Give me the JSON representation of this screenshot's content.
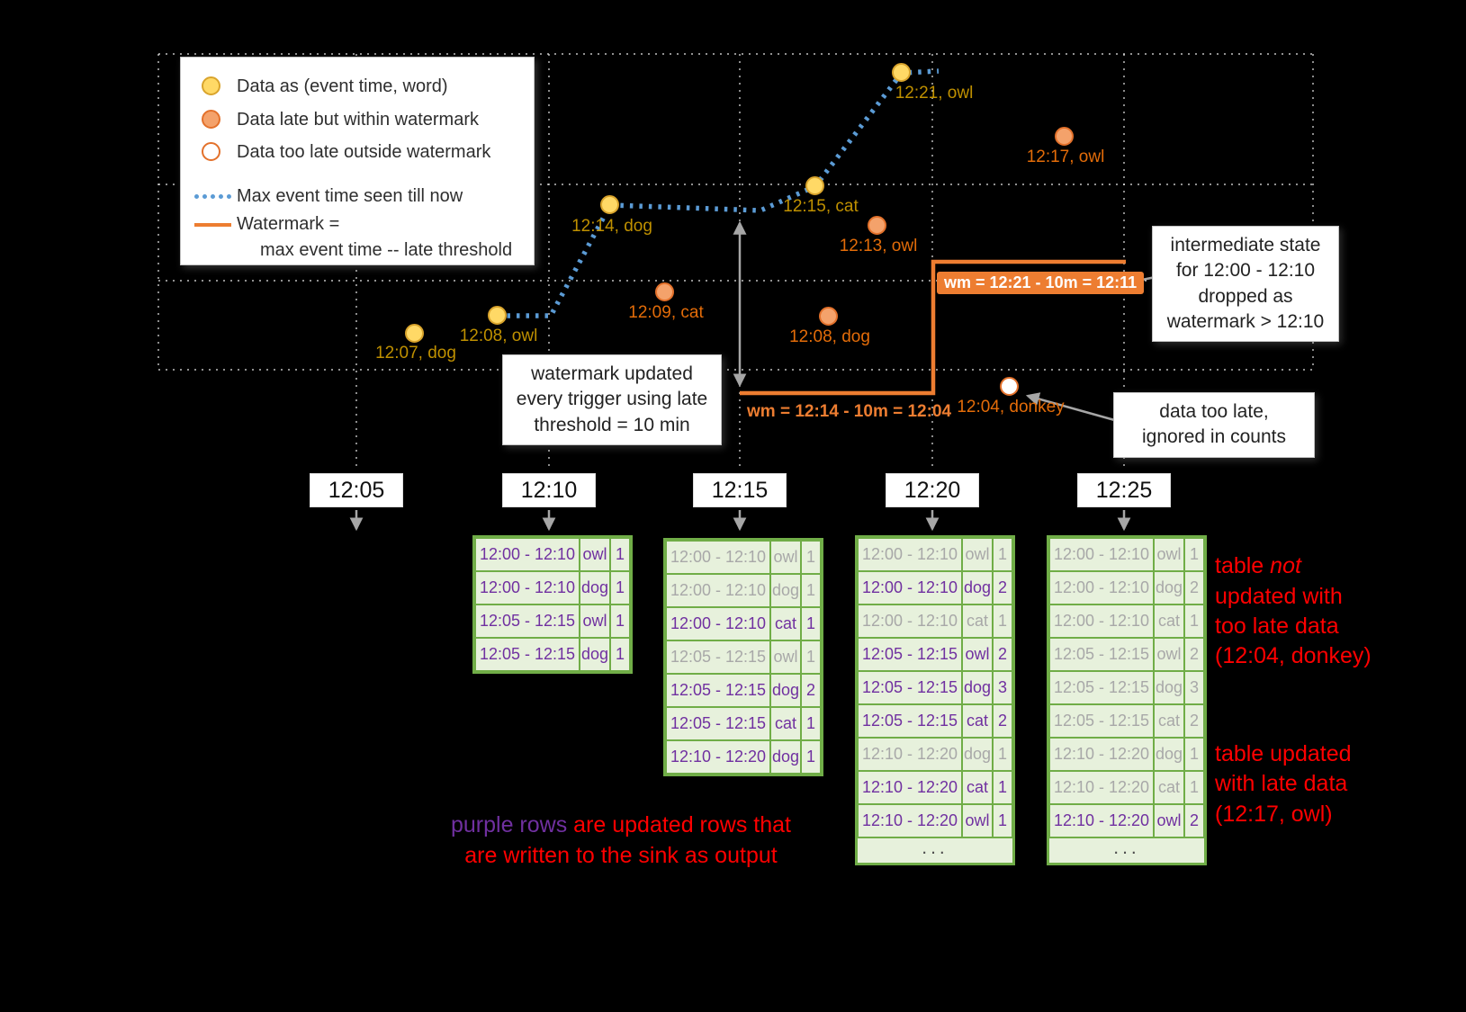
{
  "colors": {
    "background": "#000000",
    "max_event_time_line": "#5B9BD5",
    "watermark_line": "#ED7D31",
    "ontime_point": "#FFD966",
    "late_point": "#F4A26B",
    "updated_row_text": "#7030A0",
    "unchanged_row_text": "#A8A8A8",
    "table_green": "#70AD47",
    "note_red": "#FF0000",
    "ontime_label": "#BF9000",
    "late_label": "#E36C09"
  },
  "legend": {
    "items": [
      {
        "label": "Data as (event time, word)"
      },
      {
        "label": "Data late but within watermark"
      },
      {
        "label": "Data too late outside watermark"
      },
      {
        "label": "Max event time seen till now"
      },
      {
        "label": "Watermark =",
        "label2": "max event time -- late threshold"
      }
    ]
  },
  "points": [
    {
      "label": "12:07, dog",
      "kind": "ontime"
    },
    {
      "label": "12:08, owl",
      "kind": "ontime"
    },
    {
      "label": "12:14, dog",
      "kind": "ontime"
    },
    {
      "label": "12:15, cat",
      "kind": "ontime"
    },
    {
      "label": "12:21, owl",
      "kind": "ontime"
    },
    {
      "label": "12:09, cat",
      "kind": "late"
    },
    {
      "label": "12:13, owl",
      "kind": "late"
    },
    {
      "label": "12:08, dog",
      "kind": "late"
    },
    {
      "label": "12:17, owl",
      "kind": "late"
    },
    {
      "label": "12:04, donkey",
      "kind": "toolate"
    }
  ],
  "watermark": {
    "label_1": "wm = 12:14 - 10m = 12:04",
    "label_2": "wm = 12:21 - 10m = 12:11"
  },
  "timeline": {
    "labels": [
      "12:05",
      "12:10",
      "12:15",
      "12:20",
      "12:25"
    ]
  },
  "callouts": {
    "watermark_note": "watermark updated\nevery trigger using late\nthreshold = 10 min",
    "intermediate_note": "intermediate state\nfor 12:00 - 12:10\ndropped as\nwatermark > 12:10",
    "too_late_note": "data too late,\nignored in counts"
  },
  "tables": [
    {
      "trigger": "12:10",
      "rows": [
        {
          "window": "12:00 - 12:10",
          "word": "owl",
          "count": "1",
          "state": "updated"
        },
        {
          "window": "12:00 - 12:10",
          "word": "dog",
          "count": "1",
          "state": "updated"
        },
        {
          "window": "12:05 - 12:15",
          "word": "owl",
          "count": "1",
          "state": "updated"
        },
        {
          "window": "12:05 - 12:15",
          "word": "dog",
          "count": "1",
          "state": "updated"
        }
      ]
    },
    {
      "trigger": "12:15",
      "rows": [
        {
          "window": "12:00 - 12:10",
          "word": "owl",
          "count": "1",
          "state": "unchanged"
        },
        {
          "window": "12:00 - 12:10",
          "word": "dog",
          "count": "1",
          "state": "unchanged"
        },
        {
          "window": "12:00 - 12:10",
          "word": "cat",
          "count": "1",
          "state": "updated"
        },
        {
          "window": "12:05 - 12:15",
          "word": "owl",
          "count": "1",
          "state": "unchanged"
        },
        {
          "window": "12:05 - 12:15",
          "word": "dog",
          "count": "2",
          "state": "updated"
        },
        {
          "window": "12:05 - 12:15",
          "word": "cat",
          "count": "1",
          "state": "updated"
        },
        {
          "window": "12:10 - 12:20",
          "word": "dog",
          "count": "1",
          "state": "updated"
        }
      ]
    },
    {
      "trigger": "12:20",
      "ellipsis_label": "...",
      "rows": [
        {
          "window": "12:00 - 12:10",
          "word": "owl",
          "count": "1",
          "state": "unchanged"
        },
        {
          "window": "12:00 - 12:10",
          "word": "dog",
          "count": "2",
          "state": "updated"
        },
        {
          "window": "12:00 - 12:10",
          "word": "cat",
          "count": "1",
          "state": "unchanged"
        },
        {
          "window": "12:05 - 12:15",
          "word": "owl",
          "count": "2",
          "state": "updated"
        },
        {
          "window": "12:05 - 12:15",
          "word": "dog",
          "count": "3",
          "state": "updated"
        },
        {
          "window": "12:05 - 12:15",
          "word": "cat",
          "count": "2",
          "state": "updated"
        },
        {
          "window": "12:10 - 12:20",
          "word": "dog",
          "count": "1",
          "state": "unchanged"
        },
        {
          "window": "12:10 - 12:20",
          "word": "cat",
          "count": "1",
          "state": "updated"
        },
        {
          "window": "12:10 - 12:20",
          "word": "owl",
          "count": "1",
          "state": "updated"
        }
      ]
    },
    {
      "trigger": "12:25",
      "ellipsis_label": "...",
      "rows": [
        {
          "window": "12:00 - 12:10",
          "word": "owl",
          "count": "1",
          "state": "unchanged"
        },
        {
          "window": "12:00 - 12:10",
          "word": "dog",
          "count": "2",
          "state": "unchanged"
        },
        {
          "window": "12:00 - 12:10",
          "word": "cat",
          "count": "1",
          "state": "unchanged"
        },
        {
          "window": "12:05 - 12:15",
          "word": "owl",
          "count": "2",
          "state": "unchanged"
        },
        {
          "window": "12:05 - 12:15",
          "word": "dog",
          "count": "3",
          "state": "unchanged"
        },
        {
          "window": "12:05 - 12:15",
          "word": "cat",
          "count": "2",
          "state": "unchanged"
        },
        {
          "window": "12:10 - 12:20",
          "word": "dog",
          "count": "1",
          "state": "unchanged"
        },
        {
          "window": "12:10 - 12:20",
          "word": "cat",
          "count": "1",
          "state": "unchanged"
        },
        {
          "window": "12:10 - 12:20",
          "word": "owl",
          "count": "2",
          "state": "updated"
        }
      ]
    }
  ],
  "notes": {
    "purple_lead": "purple rows",
    "purple_rest": " are updated rows that\nare written to the sink as output",
    "late_pre": "table ",
    "late_not": "not",
    "late_rest": "\nupdated with\ntoo late data\n(12:04, donkey)",
    "updated_note": "table updated\nwith late data\n(12:17, owl)"
  }
}
